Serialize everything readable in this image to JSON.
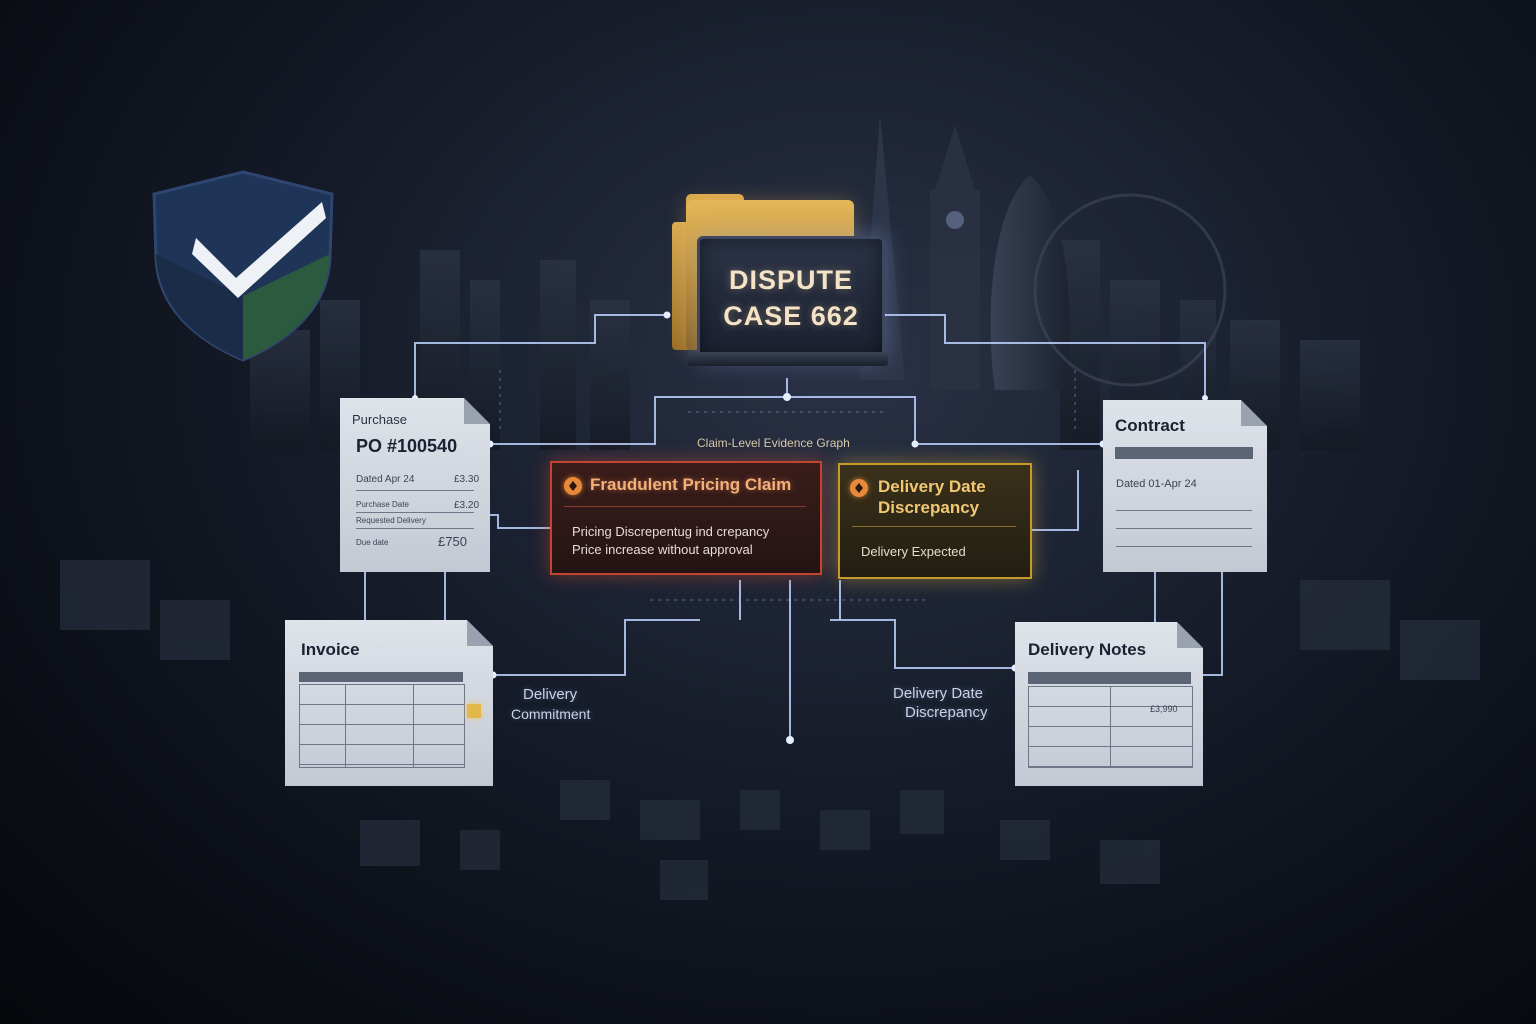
{
  "case": {
    "line1": "DISPUTE",
    "line2": "CASE 662"
  },
  "graph_title": "Claim-Level Evidence Graph",
  "purchase_order": {
    "header": "Purchase",
    "title": "PO #100540",
    "row1_left": "Dated Apr 24",
    "row1_right": "£3.30",
    "row2_left": "Purchase Date",
    "row2_right": "£3.20",
    "row3_left": "Requested Delivery",
    "row4_left": "Due date",
    "row4_right": "£750"
  },
  "contract": {
    "title": "Contract",
    "dated": "Dated 01-Apr 24"
  },
  "invoice": {
    "title": "Invoice"
  },
  "delivery_notes": {
    "title": "Delivery Notes",
    "cell_value": "£3,990"
  },
  "claims": {
    "fraud": {
      "title": "Fraudulent Pricing Claim",
      "line1": "Pricing Discrepentug ind crepancy",
      "line2": "Price increase without approval"
    },
    "delivery": {
      "title_line1": "Delivery Date",
      "title_line2": "Discrepancy",
      "line1": "Delivery Expected"
    }
  },
  "edge_labels": {
    "commitment_line1": "Delivery",
    "commitment_line2": "Commitment",
    "discrepancy_line1": "Delivery Date",
    "discrepancy_line2": "Discrepancy"
  },
  "colors": {
    "fraud_border": "#c2452f",
    "delivery_border": "#c89a2a",
    "wire": "#bcd2ff",
    "shield_blue": "#1f3558",
    "shield_green": "#2c5a3e"
  }
}
